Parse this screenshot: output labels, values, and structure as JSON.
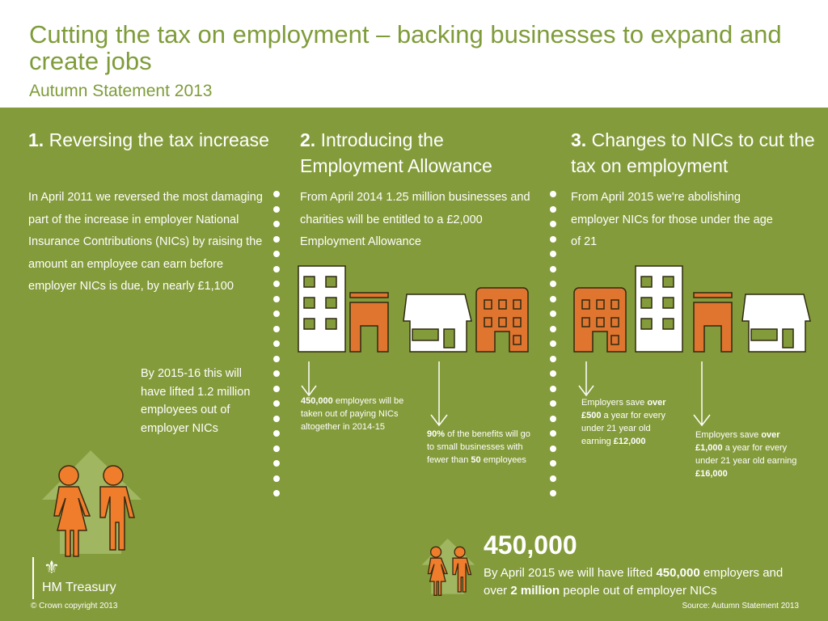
{
  "header": {
    "title": "Cutting the tax on employment – backing businesses to expand and create jobs",
    "subtitle": "Autumn Statement 2013"
  },
  "sections": [
    {
      "number": "1.",
      "heading": "Reversing the tax increase",
      "body": "In April 2011 we reversed the most damaging part of the increase in employer National Insurance Contributions (NICs) by raising the amount an employee can earn before employer NICs is due, by nearly £1,100",
      "callout": "By 2015-16 this will have lifted 1.2 million employees out of employer NICs"
    },
    {
      "number": "2.",
      "heading": "Introducing the Employment Allowance",
      "body": "From April 2014 1.25 million businesses and charities will be entitled to a £2,000 Employment Allowance",
      "note1": {
        "bold": "450,000",
        "text": " employers will be taken out of paying NICs altogether in 2014-15"
      },
      "note2": {
        "bold": "90%",
        "text": " of the benefits will go to small businesses with fewer than ",
        "bold2": "50",
        "text2": " employees"
      }
    },
    {
      "number": "3.",
      "heading": "Changes to NICs to cut the tax on employment",
      "body": "From April 2015 we're abolishing employer NICs for those under the age of 21",
      "note1": {
        "text": "Employers save ",
        "bold": "over £500",
        "text2": " a year for every under 21 year old earning ",
        "bold2": "£12,000"
      },
      "note2": {
        "text": "Employers save ",
        "bold": "over £1,000",
        "text2": " a year for every under 21 year old earning ",
        "bold2": "£16,000"
      }
    }
  ],
  "summary": {
    "figure": "450,000",
    "t1": "By April 2015 we will have lifted ",
    "b1": "450,000",
    "t2": " employers and over ",
    "b2": "2 million",
    "t3": " people out of employer NICs"
  },
  "footer": {
    "logo": "HM Treasury",
    "copyright": "© Crown copyright 2013",
    "source": "Source: Autumn Statement 2013"
  },
  "colors": {
    "green": "#849b3b",
    "orange": "#e07530",
    "title": "#7f9c3a"
  }
}
